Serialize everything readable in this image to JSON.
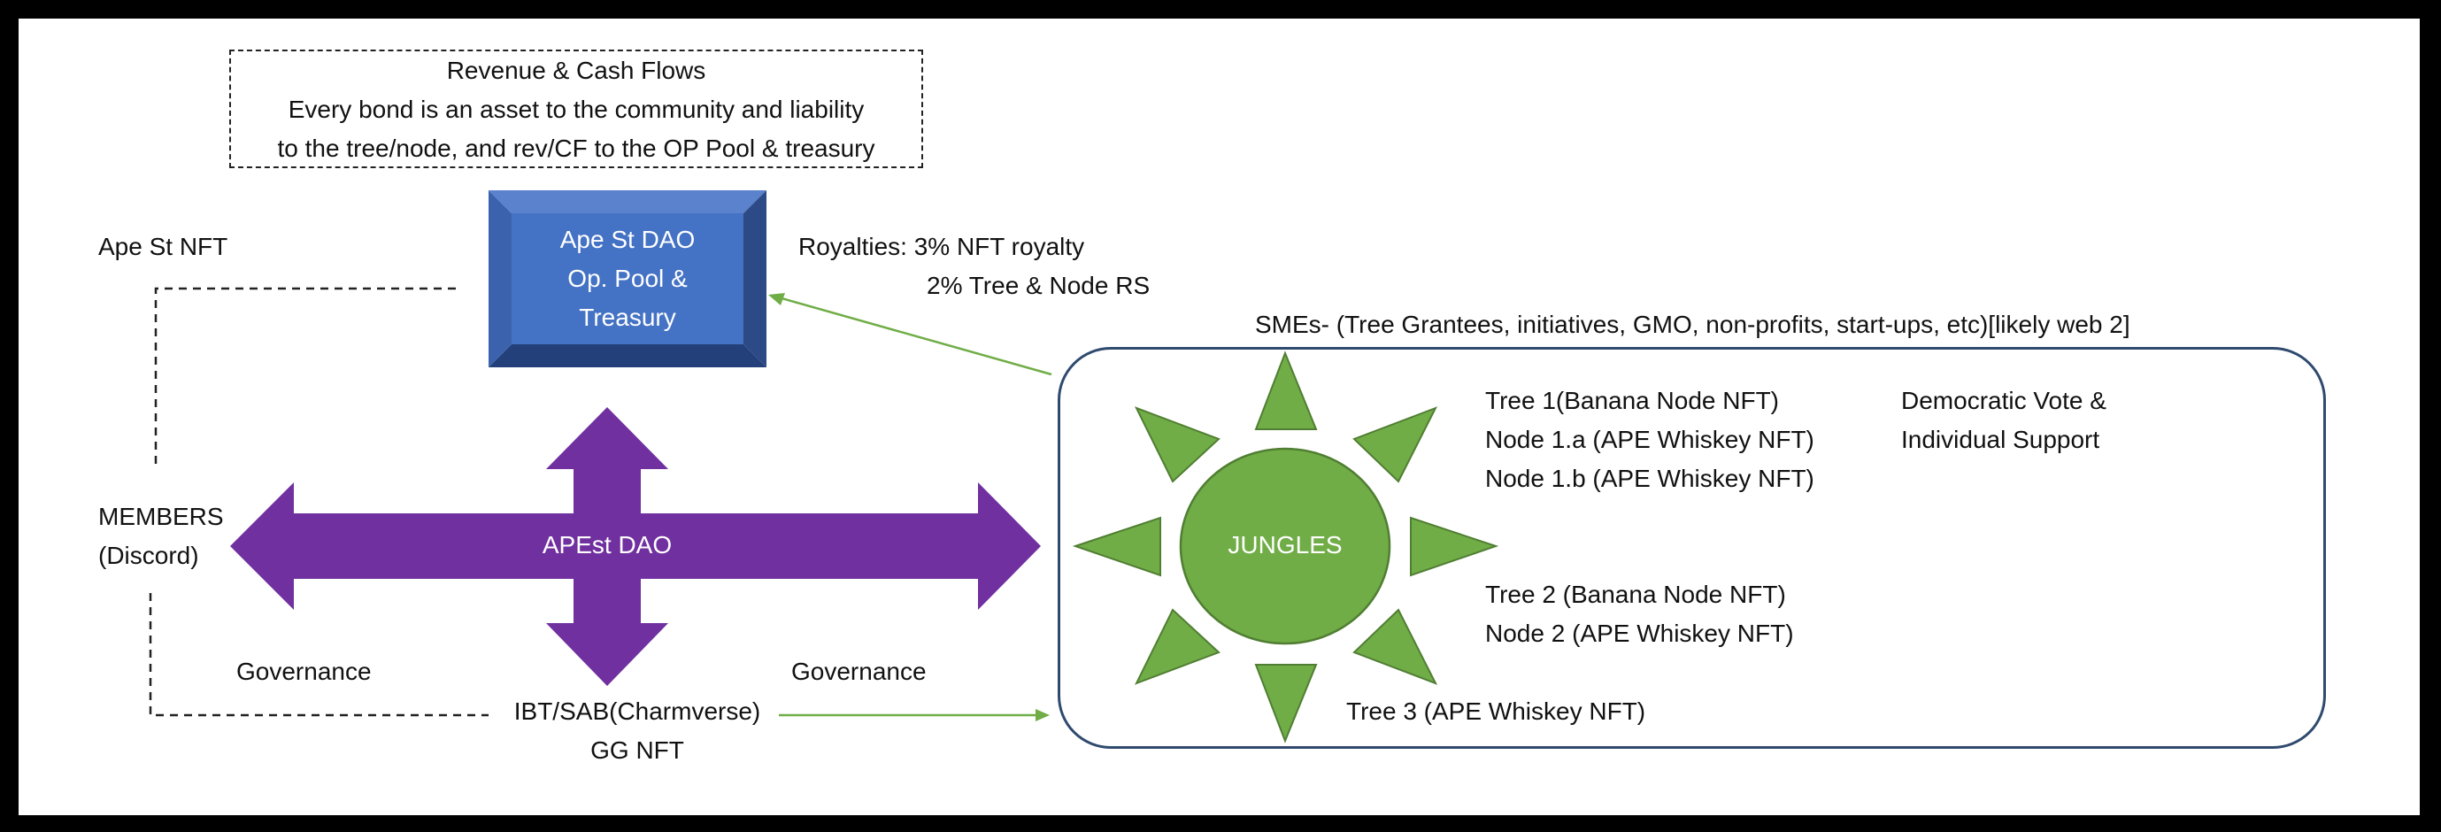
{
  "revenue_box": {
    "title": "Revenue & Cash Flows",
    "line1": "Every bond is an asset to the community and liability",
    "line2": "to the tree/node, and rev/CF to the OP Pool & treasury"
  },
  "treasury_box": {
    "line1": "Ape St DAO",
    "line2": "Op. Pool &",
    "line3": "Treasury"
  },
  "labels": {
    "ape_st_nft": "Ape St NFT",
    "royalties_line1": "Royalties: 3% NFT royalty",
    "royalties_line2": "2% Tree & Node RS",
    "smes": "SMEs-  (Tree Grantees, initiatives, GMO, non-profits, start-ups, etc)[likely web 2]",
    "members_line1": "MEMBERS",
    "members_line2": "(Discord)",
    "apest_dao": "APEst DAO",
    "governance_left": "Governance",
    "governance_right": "Governance",
    "ibt_sab": "IBT/SAB(Charmverse)",
    "gg_nft": "GG NFT",
    "jungles": "JUNGLES",
    "tree1": "Tree 1(Banana Node NFT)",
    "node1a": "Node 1.a (APE Whiskey NFT)",
    "node1b": "Node 1.b (APE Whiskey NFT)",
    "democratic_line1": "Democratic Vote &",
    "democratic_line2": "Individual Support",
    "tree2": "Tree 2 (Banana Node NFT)",
    "node2": "Node 2 (APE Whiskey NFT)",
    "tree3": "Tree 3 (APE Whiskey NFT)"
  },
  "colors": {
    "treasury_face": "#4472c4",
    "treasury_edge": "#2f4f8f",
    "arrow_purple": "#7030a0",
    "sun_green": "#70ad47",
    "sun_green_dark": "#507e32",
    "connector_green": "#70ad47",
    "frame_border": "#2f4a6e"
  }
}
